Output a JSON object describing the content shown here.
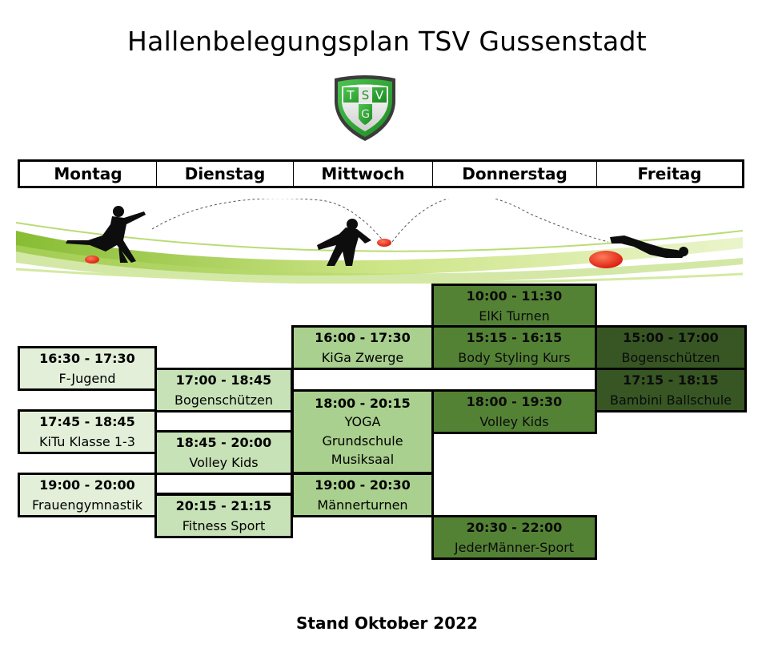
{
  "title": "Hallenbelegungsplan TSV Gussenstadt",
  "logo": {
    "icon": "tsv-shield-logo",
    "letters": [
      "T",
      "S",
      "V",
      "G"
    ],
    "colors": {
      "green": "#2aa32f",
      "border": "#3a3a3a"
    }
  },
  "days": [
    "Montag",
    "Dienstag",
    "Mittwoch",
    "Donnerstag",
    "Freitag"
  ],
  "banner": {
    "icon": "sports-silhouettes-banner",
    "ball_color": "#ee2a1a"
  },
  "colors": {
    "level1": "#e3efd9",
    "level2": "#c7e2b7",
    "level3": "#a9d08e",
    "level4": "#548235",
    "level5": "#375623"
  },
  "slots": {
    "mon1": {
      "time": "16:30 - 17:30",
      "lines": [
        "F-Jugend"
      ]
    },
    "mon2": {
      "time": "17:45 - 18:45",
      "lines": [
        "KiTu Klasse 1-3"
      ]
    },
    "mon3": {
      "time": "19:00 - 20:00",
      "lines": [
        "Frauengymnastik"
      ]
    },
    "tue1": {
      "time": "17:00 - 18:45",
      "lines": [
        "Bogenschützen"
      ]
    },
    "tue2": {
      "time": "18:45 - 20:00",
      "lines": [
        "Volley Kids"
      ]
    },
    "tue3": {
      "time": "20:15 - 21:15",
      "lines": [
        "Fitness Sport"
      ]
    },
    "wed1": {
      "time": "16:00 - 17:30",
      "lines": [
        "KiGa Zwerge"
      ]
    },
    "wed2": {
      "time": "18:00 - 20:15",
      "lines": [
        "YOGA",
        "Grundschule",
        "Musiksaal"
      ]
    },
    "wed3": {
      "time": "19:00 - 20:30",
      "lines": [
        "Männerturnen"
      ]
    },
    "thu1": {
      "time": "10:00 - 11:30",
      "lines": [
        "ElKi Turnen"
      ]
    },
    "thu2": {
      "time": "15:15 - 16:15",
      "lines": [
        "Body Styling Kurs"
      ]
    },
    "thu3": {
      "time": "18:00 - 19:30",
      "lines": [
        "Volley Kids"
      ]
    },
    "thu4": {
      "time": "20:30 - 22:00",
      "lines": [
        "JederMänner-Sport"
      ]
    },
    "fri1": {
      "time": "15:00 - 17:00",
      "lines": [
        "Bogenschützen"
      ]
    },
    "fri2": {
      "time": "17:15 - 18:15",
      "lines": [
        "Bambini Ballschule"
      ]
    }
  },
  "footer": "Stand Oktober 2022"
}
